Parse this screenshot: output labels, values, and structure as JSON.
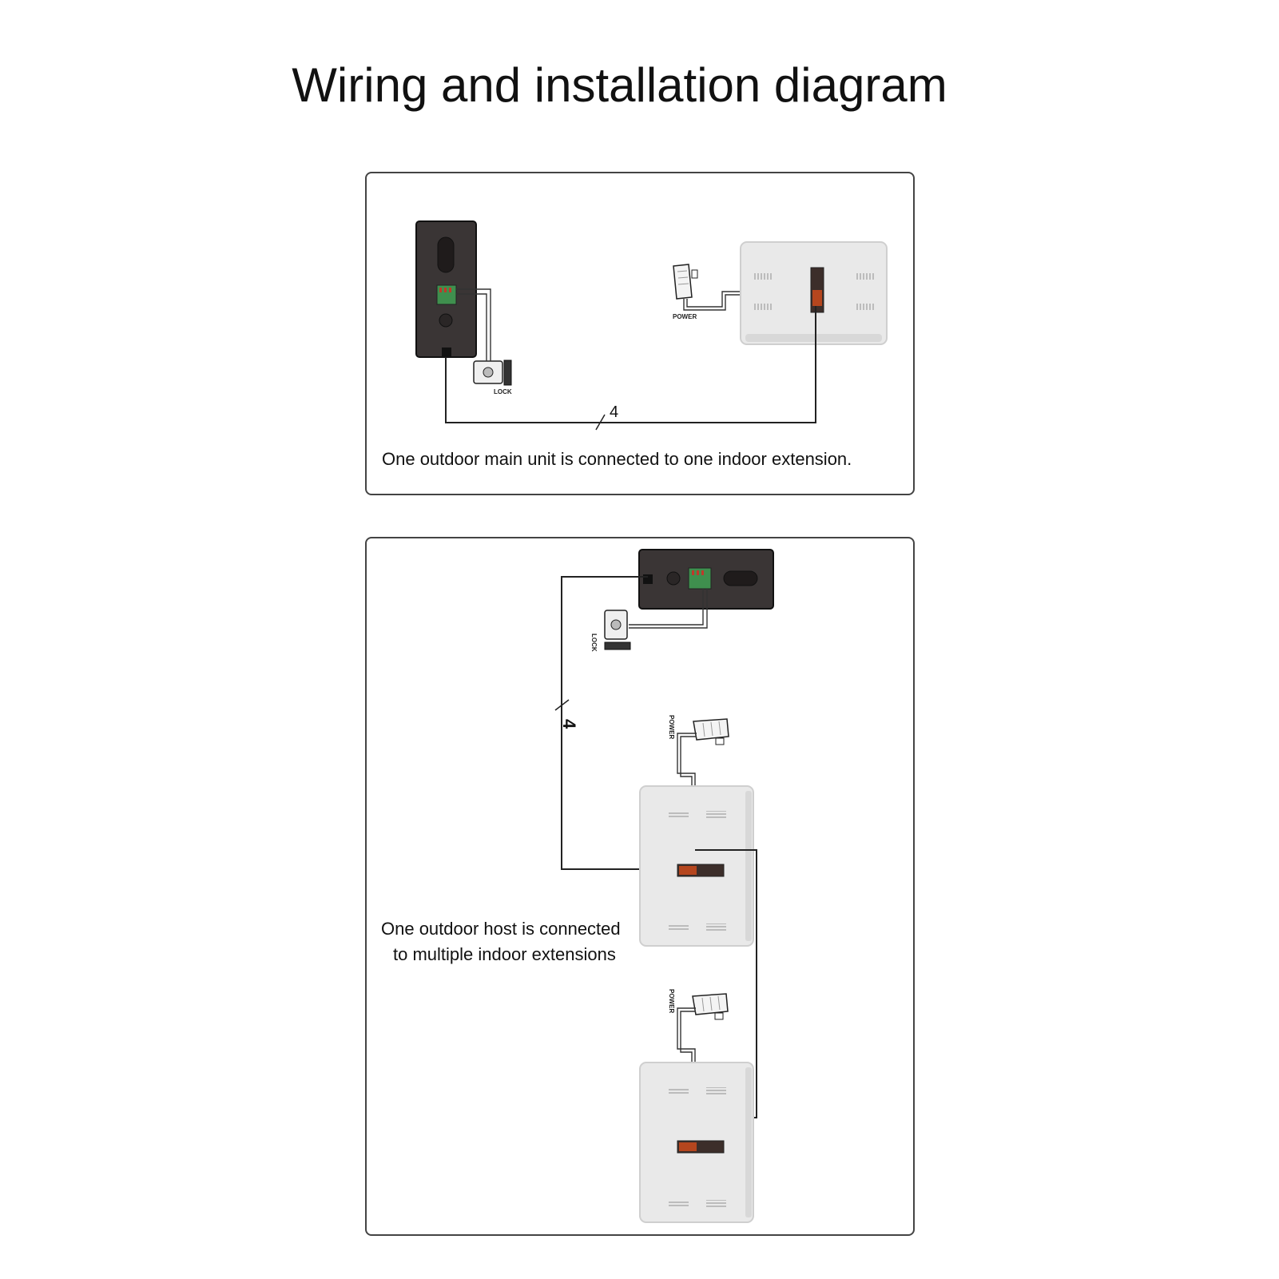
{
  "title": "Wiring and installation diagram",
  "panel_single": {
    "caption": "One outdoor main unit is connected to one indoor extension.",
    "wire_count_label": "4",
    "power_label": "POWER",
    "lock_label": "LOCK"
  },
  "panel_multi": {
    "caption_line1": "One outdoor host is connected",
    "caption_line2": "to multiple indoor extensions",
    "wire_count_label": "4",
    "power_label": "POWER",
    "lock_label": "LOCK"
  }
}
